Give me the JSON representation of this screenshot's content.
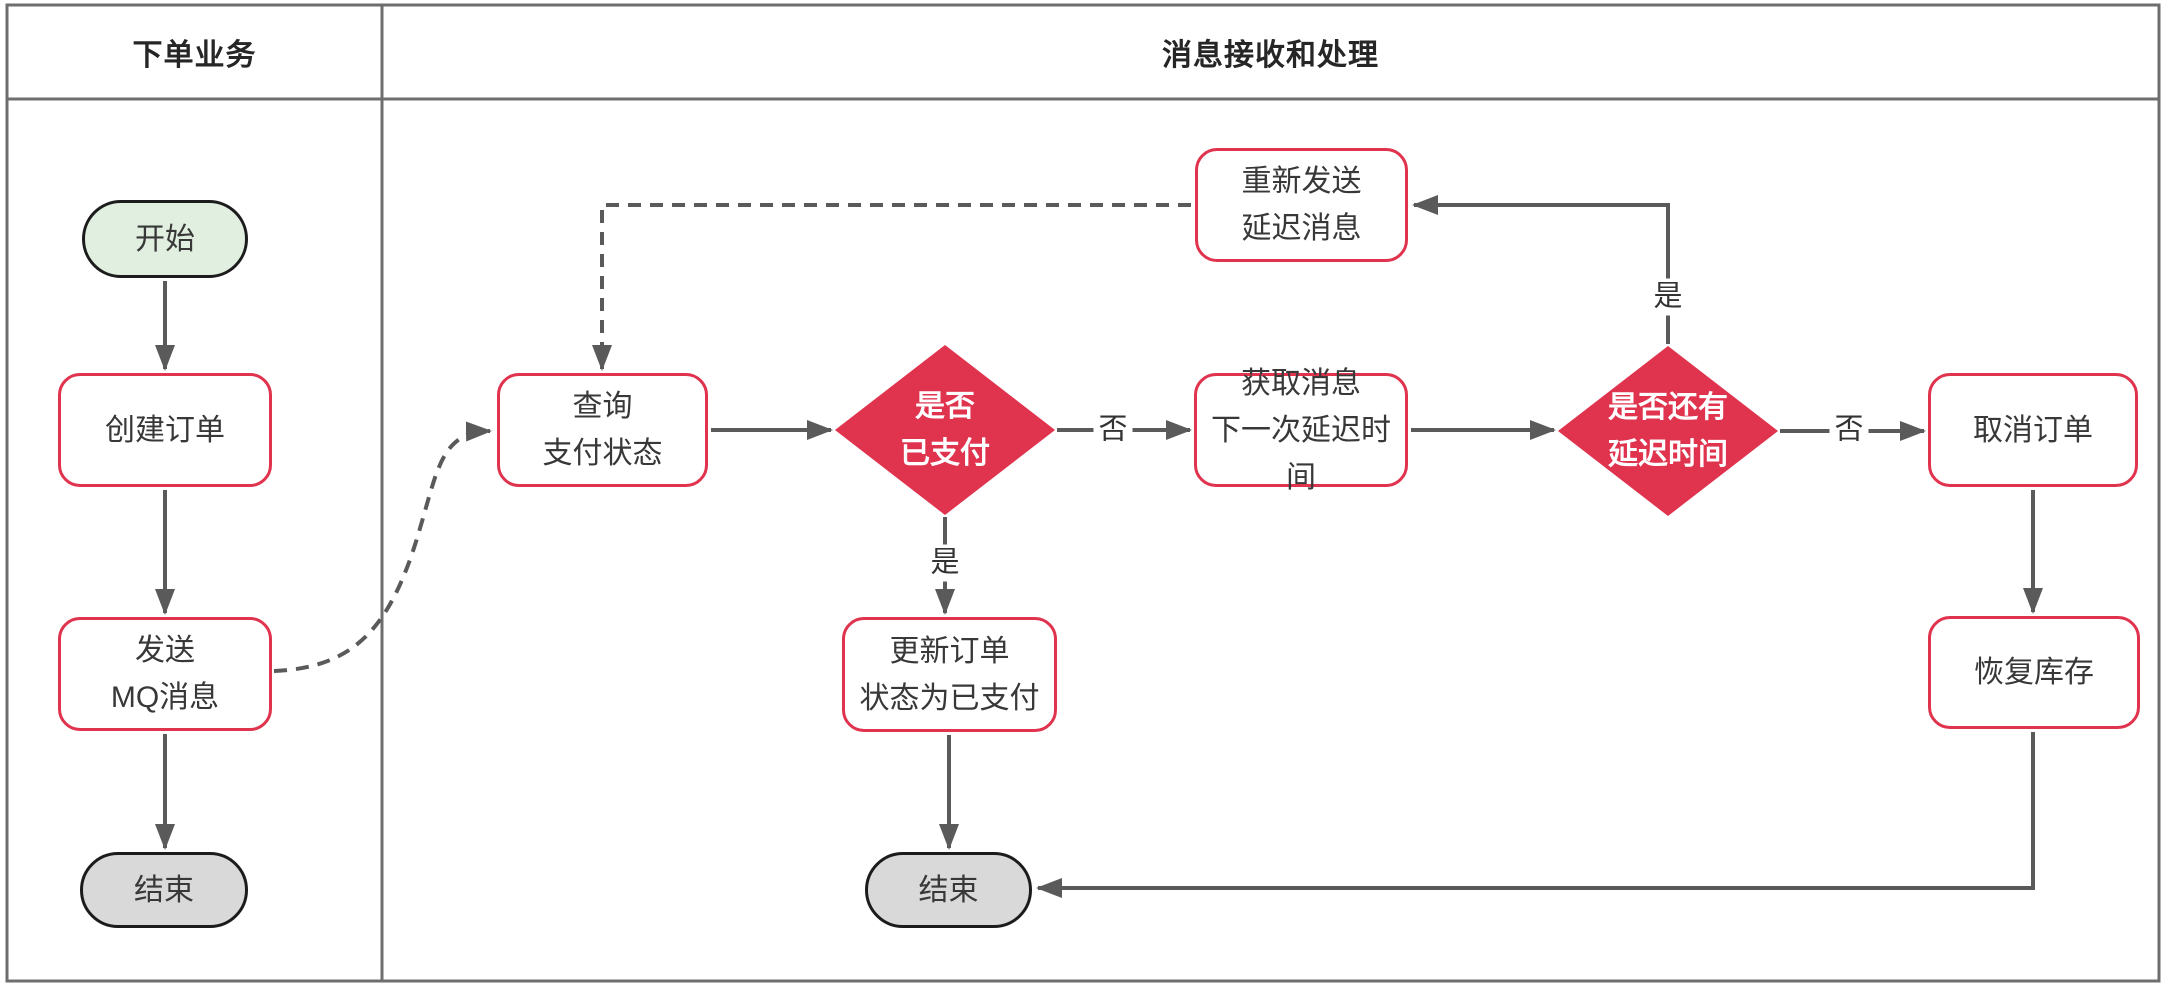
{
  "header": {
    "lane1": "下单业务",
    "lane2": "消息接收和处理"
  },
  "nodes": {
    "start": {
      "label": "开始"
    },
    "create_order": {
      "label": "创建订单"
    },
    "send_mq": {
      "l1": "发送",
      "l2": "MQ消息"
    },
    "end_left": {
      "label": "结束"
    },
    "query_payment": {
      "l1": "查询",
      "l2": "支付状态"
    },
    "is_paid": {
      "l1": "是否",
      "l2": "已支付"
    },
    "update_order": {
      "l1": "更新订单",
      "l2": "状态为已支付"
    },
    "end_right": {
      "label": "结束"
    },
    "fetch_message": {
      "l1": "获取消息",
      "l2": "下一次延迟时间"
    },
    "has_delay": {
      "l1": "是否还有",
      "l2": "延迟时间"
    },
    "resend_delay": {
      "l1": "重新发送",
      "l2": "延迟消息"
    },
    "cancel_order": {
      "label": "取消订单"
    },
    "restore_stock": {
      "label": "恢复库存"
    }
  },
  "edge_labels": {
    "paid_yes": "是",
    "paid_no": "否",
    "delay_yes": "是",
    "delay_no": "否"
  },
  "colors": {
    "accent_red": "#e0334e",
    "start_fill": "#e1efe0",
    "end_fill": "#d9d9d9",
    "line": "#5a5a5a",
    "frame": "#6e6e6e"
  }
}
